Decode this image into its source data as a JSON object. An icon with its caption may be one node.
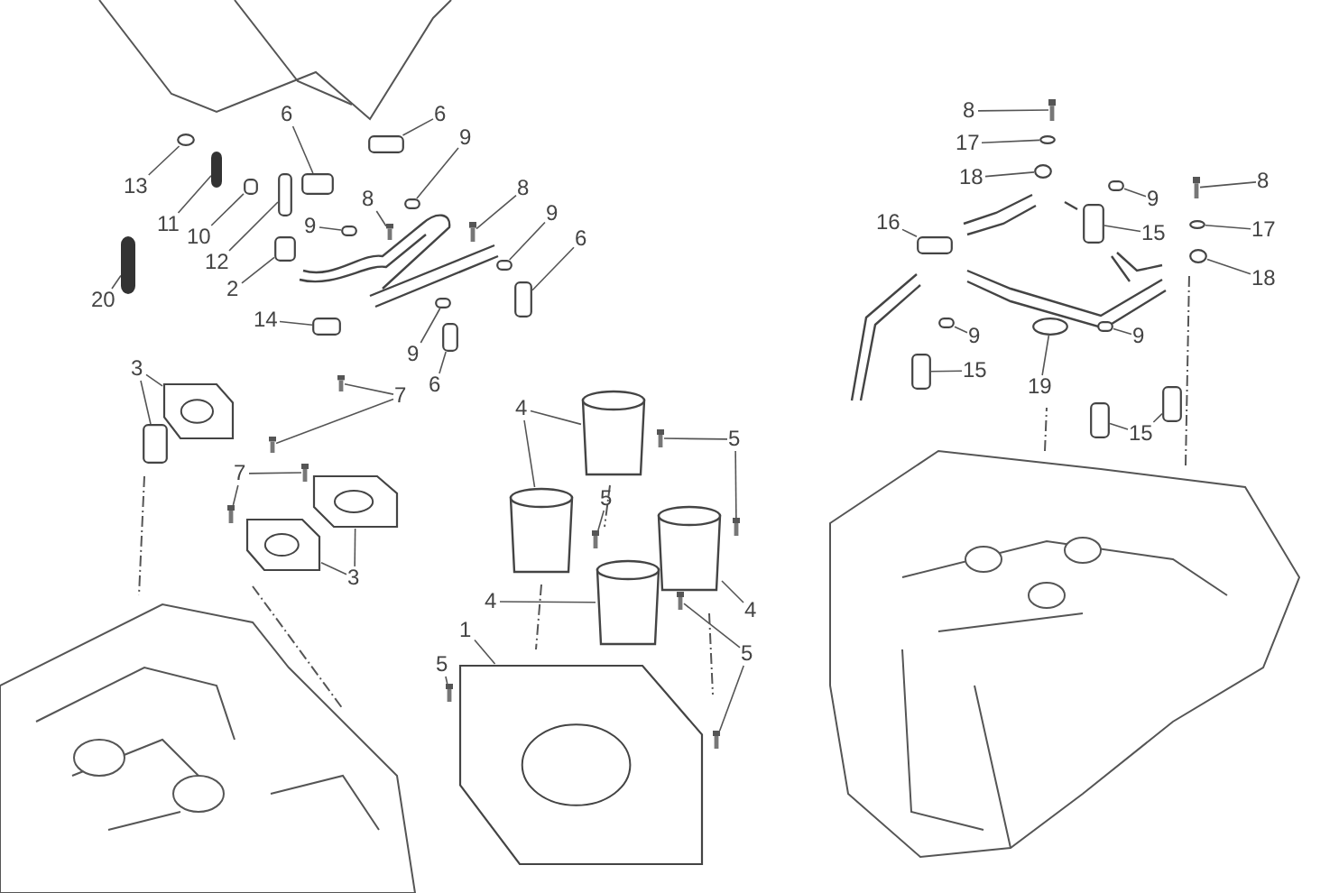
{
  "diagram": {
    "nodes": [
      {
        "text": [
          "13"
        ]
      },
      {
        "text": [
          "11"
        ]
      },
      {
        "text": [
          "10"
        ]
      },
      {
        "text": [
          "12"
        ]
      },
      {
        "text": [
          "20"
        ]
      },
      {
        "text": [
          "2"
        ]
      },
      {
        "text": [
          "6"
        ]
      },
      {
        "text": [
          "6"
        ]
      },
      {
        "text": [
          "9"
        ]
      },
      {
        "text": [
          "8"
        ]
      },
      {
        "text": [
          "9"
        ]
      },
      {
        "text": [
          "8"
        ]
      },
      {
        "text": [
          "9"
        ]
      },
      {
        "text": [
          "6"
        ]
      },
      {
        "text": [
          "14"
        ]
      },
      {
        "text": [
          "9"
        ]
      },
      {
        "text": [
          "6"
        ]
      },
      {
        "text": [
          "3"
        ]
      },
      {
        "text": [
          "7"
        ]
      },
      {
        "text": [
          "7"
        ]
      },
      {
        "text": [
          "3"
        ]
      },
      {
        "text": [
          "4"
        ]
      },
      {
        "text": [
          "5"
        ]
      },
      {
        "text": [
          "5"
        ]
      },
      {
        "text": [
          "4"
        ]
      },
      {
        "text": [
          "4"
        ]
      },
      {
        "text": [
          "5"
        ]
      },
      {
        "text": [
          "1"
        ]
      },
      {
        "text": [
          "5"
        ]
      },
      {
        "text": [
          "8"
        ]
      },
      {
        "text": [
          "17"
        ]
      },
      {
        "text": [
          "18"
        ]
      },
      {
        "text": [
          "16"
        ]
      },
      {
        "text": [
          "9"
        ]
      },
      {
        "text": [
          "15"
        ]
      },
      {
        "text": [
          "8"
        ]
      },
      {
        "text": [
          "17"
        ]
      },
      {
        "text": [
          "18"
        ]
      },
      {
        "text": [
          "9"
        ]
      },
      {
        "text": [
          "15"
        ]
      },
      {
        "text": [
          "19"
        ]
      },
      {
        "text": [
          "9"
        ]
      },
      {
        "text": [
          "15"
        ]
      },
      {
        "text": [],
        "shape": "circle"
      },
      {
        "text": [],
        "shape": "bar"
      },
      {
        "text": [],
        "shape": "box"
      },
      {
        "text": [],
        "shape": "box"
      },
      {
        "text": [],
        "shape": "bar"
      },
      {
        "text": [],
        "shape": "box"
      },
      {
        "text": [],
        "shape": "box"
      },
      {
        "text": [],
        "shape": "box"
      },
      {
        "text": [],
        "shape": "box"
      },
      {
        "text": [],
        "shape": "bolt"
      },
      {
        "text": [],
        "shape": "box"
      },
      {
        "text": [],
        "shape": "bolt"
      },
      {
        "text": [],
        "shape": "box"
      },
      {
        "text": [],
        "shape": "box"
      },
      {
        "text": [],
        "shape": "box"
      },
      {
        "text": [],
        "shape": "box"
      },
      {
        "text": [],
        "shape": "box"
      },
      {
        "text": [],
        "shape": "picture"
      },
      {
        "text": [],
        "shape": "box"
      },
      {
        "text": [],
        "shape": "bolt"
      },
      {
        "text": [],
        "shape": "bolt"
      },
      {
        "text": [],
        "shape": "bolt"
      },
      {
        "text": [],
        "shape": "bolt"
      },
      {
        "text": [],
        "shape": "picture"
      },
      {
        "text": [],
        "shape": "picture"
      },
      {
        "text": [],
        "shape": "cylinder"
      },
      {
        "text": [],
        "shape": "cylinder"
      },
      {
        "text": [],
        "shape": "bolt"
      },
      {
        "text": [],
        "shape": "bolt"
      },
      {
        "text": [],
        "shape": "bolt"
      },
      {
        "text": [],
        "shape": "cylinder"
      },
      {
        "text": [],
        "shape": "cylinder"
      },
      {
        "text": [],
        "shape": "bolt"
      },
      {
        "text": [],
        "shape": "bolt"
      },
      {
        "text": [],
        "shape": "picture"
      },
      {
        "text": [],
        "shape": "bolt"
      },
      {
        "text": [],
        "shape": "bolt"
      },
      {
        "text": [],
        "shape": "circle"
      },
      {
        "text": [],
        "shape": "circle"
      },
      {
        "text": [],
        "shape": "box"
      },
      {
        "text": [],
        "shape": "box"
      },
      {
        "text": [],
        "shape": "box"
      },
      {
        "text": [],
        "shape": "bolt"
      },
      {
        "text": [],
        "shape": "circle"
      },
      {
        "text": [],
        "shape": "circle"
      },
      {
        "text": [],
        "shape": "box"
      },
      {
        "text": [],
        "shape": "box"
      },
      {
        "text": [],
        "shape": "circle"
      },
      {
        "text": [],
        "shape": "box"
      },
      {
        "text": [],
        "shape": "box"
      },
      {
        "text": [],
        "shape": "box"
      }
    ],
    "edges": [
      {
        "from": 0,
        "to": 43,
        "arrow": "none"
      },
      {
        "from": 1,
        "to": 44,
        "arrow": "none"
      },
      {
        "from": 2,
        "to": 45,
        "arrow": "none"
      },
      {
        "from": 3,
        "to": 46,
        "arrow": "none"
      },
      {
        "from": 4,
        "to": 47,
        "arrow": "none"
      },
      {
        "from": 5,
        "to": 48,
        "arrow": "none"
      },
      {
        "from": 6,
        "to": 49,
        "arrow": "none"
      },
      {
        "from": 7,
        "to": 50,
        "arrow": "none"
      },
      {
        "from": 8,
        "to": 51,
        "arrow": "none"
      },
      {
        "from": 9,
        "to": 52,
        "arrow": "none"
      },
      {
        "from": 10,
        "to": 53,
        "arrow": "none"
      },
      {
        "from": 11,
        "to": 54,
        "arrow": "none"
      },
      {
        "from": 12,
        "to": 55,
        "arrow": "none"
      },
      {
        "from": 13,
        "to": 56,
        "arrow": "none"
      },
      {
        "from": 14,
        "to": 57,
        "arrow": "none"
      },
      {
        "from": 15,
        "to": 58,
        "arrow": "none"
      },
      {
        "from": 16,
        "to": 59,
        "arrow": "none"
      },
      {
        "from": 17,
        "to": 60,
        "arrow": "none"
      },
      {
        "from": 17,
        "to": 61,
        "arrow": "none"
      },
      {
        "from": 18,
        "to": 62,
        "arrow": "none"
      },
      {
        "from": 18,
        "to": 63,
        "arrow": "none"
      },
      {
        "from": 19,
        "to": 64,
        "arrow": "none"
      },
      {
        "from": 19,
        "to": 65,
        "arrow": "none"
      },
      {
        "from": 20,
        "to": 66,
        "arrow": "none"
      },
      {
        "from": 20,
        "to": 67,
        "arrow": "none"
      },
      {
        "from": 21,
        "to": 68,
        "arrow": "none"
      },
      {
        "from": 21,
        "to": 69,
        "arrow": "none"
      },
      {
        "from": 22,
        "to": 70,
        "arrow": "none"
      },
      {
        "from": 22,
        "to": 71,
        "arrow": "none"
      },
      {
        "from": 23,
        "to": 72,
        "arrow": "none"
      },
      {
        "from": 24,
        "to": 73,
        "arrow": "none"
      },
      {
        "from": 25,
        "to": 74,
        "arrow": "none"
      },
      {
        "from": 26,
        "to": 75,
        "arrow": "none"
      },
      {
        "from": 26,
        "to": 76,
        "arrow": "none"
      },
      {
        "from": 27,
        "to": 77,
        "arrow": "none"
      },
      {
        "from": 28,
        "to": 78,
        "arrow": "none"
      },
      {
        "from": 29,
        "to": 79,
        "arrow": "none"
      },
      {
        "from": 30,
        "to": 80,
        "arrow": "none"
      },
      {
        "from": 31,
        "to": 81,
        "arrow": "none"
      },
      {
        "from": 32,
        "to": 82,
        "arrow": "none"
      },
      {
        "from": 33,
        "to": 83,
        "arrow": "none"
      },
      {
        "from": 34,
        "to": 84,
        "arrow": "none"
      },
      {
        "from": 35,
        "to": 85,
        "arrow": "none"
      },
      {
        "from": 36,
        "to": 86,
        "arrow": "none"
      },
      {
        "from": 37,
        "to": 87,
        "arrow": "none"
      },
      {
        "from": 38,
        "to": 88,
        "arrow": "none"
      },
      {
        "from": 39,
        "to": 89,
        "arrow": "none"
      },
      {
        "from": 40,
        "to": 90,
        "arrow": "none"
      },
      {
        "from": 41,
        "to": 91,
        "arrow": "none"
      },
      {
        "from": 42,
        "to": 92,
        "arrow": "none"
      },
      {
        "from": 42,
        "to": 93,
        "arrow": "none"
      }
    ]
  }
}
